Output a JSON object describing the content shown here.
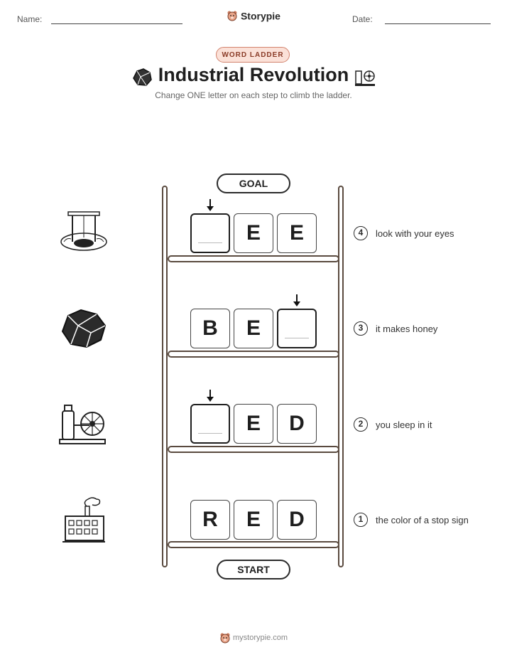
{
  "header": {
    "name_label": "Name:",
    "date_label": "Date:",
    "brand": "Storypie"
  },
  "badge": "WORD LADDER",
  "title": "Industrial Revolution",
  "subtitle": "Change ONE letter on each step to climb the ladder.",
  "ladder": {
    "goal_label": "GOAL",
    "start_label": "START"
  },
  "steps": [
    {
      "number": "4",
      "clue": "look with your eyes",
      "letters": [
        "",
        "E",
        "E"
      ],
      "icon": "mine-shaft-icon"
    },
    {
      "number": "3",
      "clue": "it makes honey",
      "letters": [
        "B",
        "E",
        ""
      ],
      "icon": "coal-lump-icon"
    },
    {
      "number": "2",
      "clue": "you sleep in it",
      "letters": [
        "",
        "E",
        "D"
      ],
      "icon": "steam-engine-icon"
    },
    {
      "number": "1",
      "clue": "the color of a stop sign",
      "letters": [
        "R",
        "E",
        "D"
      ],
      "icon": "factory-icon"
    }
  ],
  "footer": "mystorypie.com",
  "colors": {
    "badge_bg": "#fbe1d8",
    "badge_border": "#d2826d",
    "ladder": "#5a4a3f"
  }
}
